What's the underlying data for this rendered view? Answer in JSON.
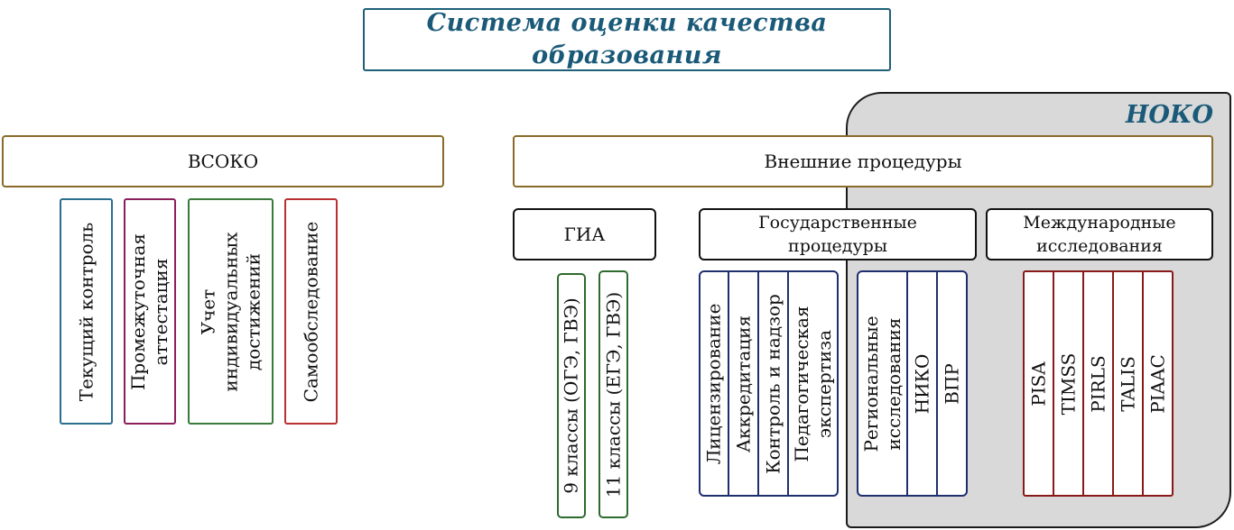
{
  "title": {
    "line1": "Система оценки качества",
    "line2": "образования",
    "color": "#1a5a78"
  },
  "noko": {
    "label": "НОКО",
    "panel_color": "#d9d9d9"
  },
  "vsoko": {
    "label": "ВСОКО",
    "items": [
      {
        "label": "Текущий контроль",
        "color": "#2a6e8e"
      },
      {
        "label": "Промежуточная\nаттестация",
        "color": "#8a1f5a"
      },
      {
        "label": "Учет\nиндивидуальных\nдостижений",
        "color": "#3a7a3a"
      },
      {
        "label": "Самообследование",
        "color": "#b83030"
      }
    ]
  },
  "external": {
    "label": "Внешние процедуры",
    "gia": {
      "label": "ГИА",
      "items": [
        {
          "label": "9 классы (ОГЭ, ГВЭ)"
        },
        {
          "label": "11 классы (ЕГЭ, ГВЭ)"
        }
      ]
    },
    "state": {
      "label_line1": "Государственные",
      "label_line2": "процедуры",
      "items": [
        {
          "label": "Лицензирование"
        },
        {
          "label": "Аккредитация"
        },
        {
          "label": "Контроль и надзор"
        },
        {
          "label": "Педагогическая\nэкспертиза"
        }
      ],
      "noko_items": [
        {
          "label": "Региональные\nисследования"
        },
        {
          "label": "НИКО"
        },
        {
          "label": "ВПР"
        }
      ]
    },
    "international": {
      "label_line1": "Международные",
      "label_line2": "исследования",
      "items": [
        {
          "label": "PISA"
        },
        {
          "label": "TIMSS"
        },
        {
          "label": "PIRLS"
        },
        {
          "label": "TALIS"
        },
        {
          "label": "PIAAC"
        }
      ]
    }
  }
}
